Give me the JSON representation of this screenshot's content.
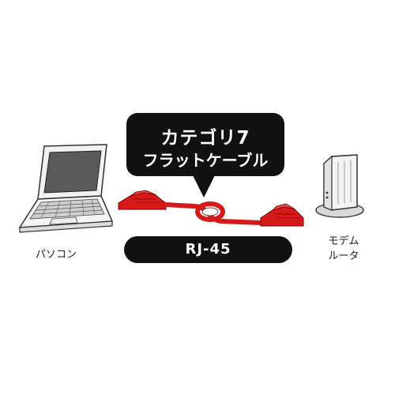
{
  "cable": {
    "title_line1": "カテゴリ7",
    "title_line2": "フラットケーブル",
    "color": "#d61a1a"
  },
  "connector": {
    "label": "RJ-45"
  },
  "devices": {
    "pc": {
      "label": "パソコン",
      "icon": "laptop-icon"
    },
    "modem": {
      "label_line1": "モデム",
      "label_line2": "ルータ",
      "icon": "router-icon"
    }
  }
}
